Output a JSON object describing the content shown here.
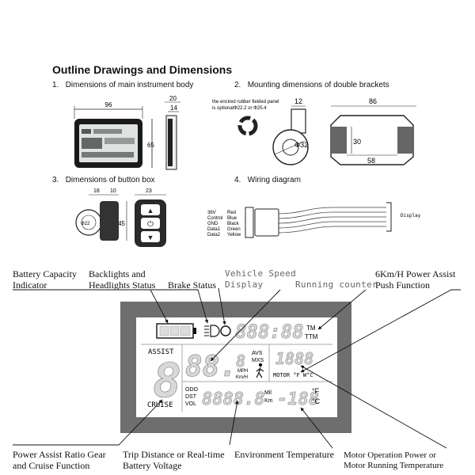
{
  "header": {
    "title": "Outline Drawings and Dimensions"
  },
  "steps": [
    {
      "num": "1.",
      "label": "Dimensions of main instrument body"
    },
    {
      "num": "2.",
      "label": "Mounting dimensions of double brackets"
    },
    {
      "num": "3.",
      "label": "Dimensions of button box"
    },
    {
      "num": "4.",
      "label": "Wiring diagram"
    }
  ],
  "body_dims": {
    "width": "96",
    "height": "65",
    "depth": "20",
    "depth_inner": "14"
  },
  "bracket": {
    "note_line1": "the encired rubber fielded panel",
    "note_line2": "is optionalΦ22.2 or Φ25.4",
    "clamp_width": "12",
    "diameter": "Φ32",
    "span": "86",
    "inner": "58",
    "height": "30"
  },
  "button_box": {
    "d1": "18",
    "d2": "10",
    "d3": "23",
    "height": "45",
    "dia": "Φ22"
  },
  "wiring": {
    "signals": [
      "36V",
      "Control",
      "GND",
      "Data1",
      "Data2"
    ],
    "colors": [
      "Red",
      "Blue",
      "Black",
      "Green",
      "Yellow"
    ],
    "display_label": "Display"
  },
  "lcd": {
    "clock": "888:88",
    "unit_tm": "TM",
    "unit_ttm": "TTM",
    "assist_label": "ASSIST",
    "gear_digit": "8",
    "cruise_label": "CRUISE",
    "speed_digits": "88.",
    "speed_small": "8",
    "avs": "AVS",
    "mxs": "MXS",
    "mph": "MPH",
    "kmh": "Km/H",
    "power_digits": "1888",
    "motor_label": "MOTOR °F W°C",
    "odo": "ODO",
    "dst": "DST",
    "vol": "VOL",
    "trip_digits": "8888.8",
    "mil": "Mil",
    "km": "Km",
    "temp_digits": "-188",
    "deg_f": "°F",
    "deg_c": "°C"
  },
  "callouts": {
    "battery_1": "Battery Capacity",
    "battery_2": "Indicator",
    "backlights_1": "Backlights and",
    "backlights_2": "Headlights Status",
    "brake": "Brake Status",
    "vehicle_speed_1": "Vehicle Speed",
    "vehicle_speed_2": "Display",
    "running_counter": "Running counter",
    "push_assist_1": "6Km/H Power Assist",
    "push_assist_2": "Push Function",
    "gear_1": "Power Assist Ratio Gear",
    "gear_2": "and Cruise Function",
    "trip_1": "Trip Distance or Real-time",
    "trip_2": "Battery Voltage",
    "env_temp": "Environment Temperature",
    "motor_1": "Motor Operation Power or",
    "motor_2": "Motor Running Temperature"
  },
  "colors": {
    "panel": "#6e6e6e",
    "screen": "#ffffff",
    "segment": "#dcdcdc",
    "ink": "#111111"
  }
}
